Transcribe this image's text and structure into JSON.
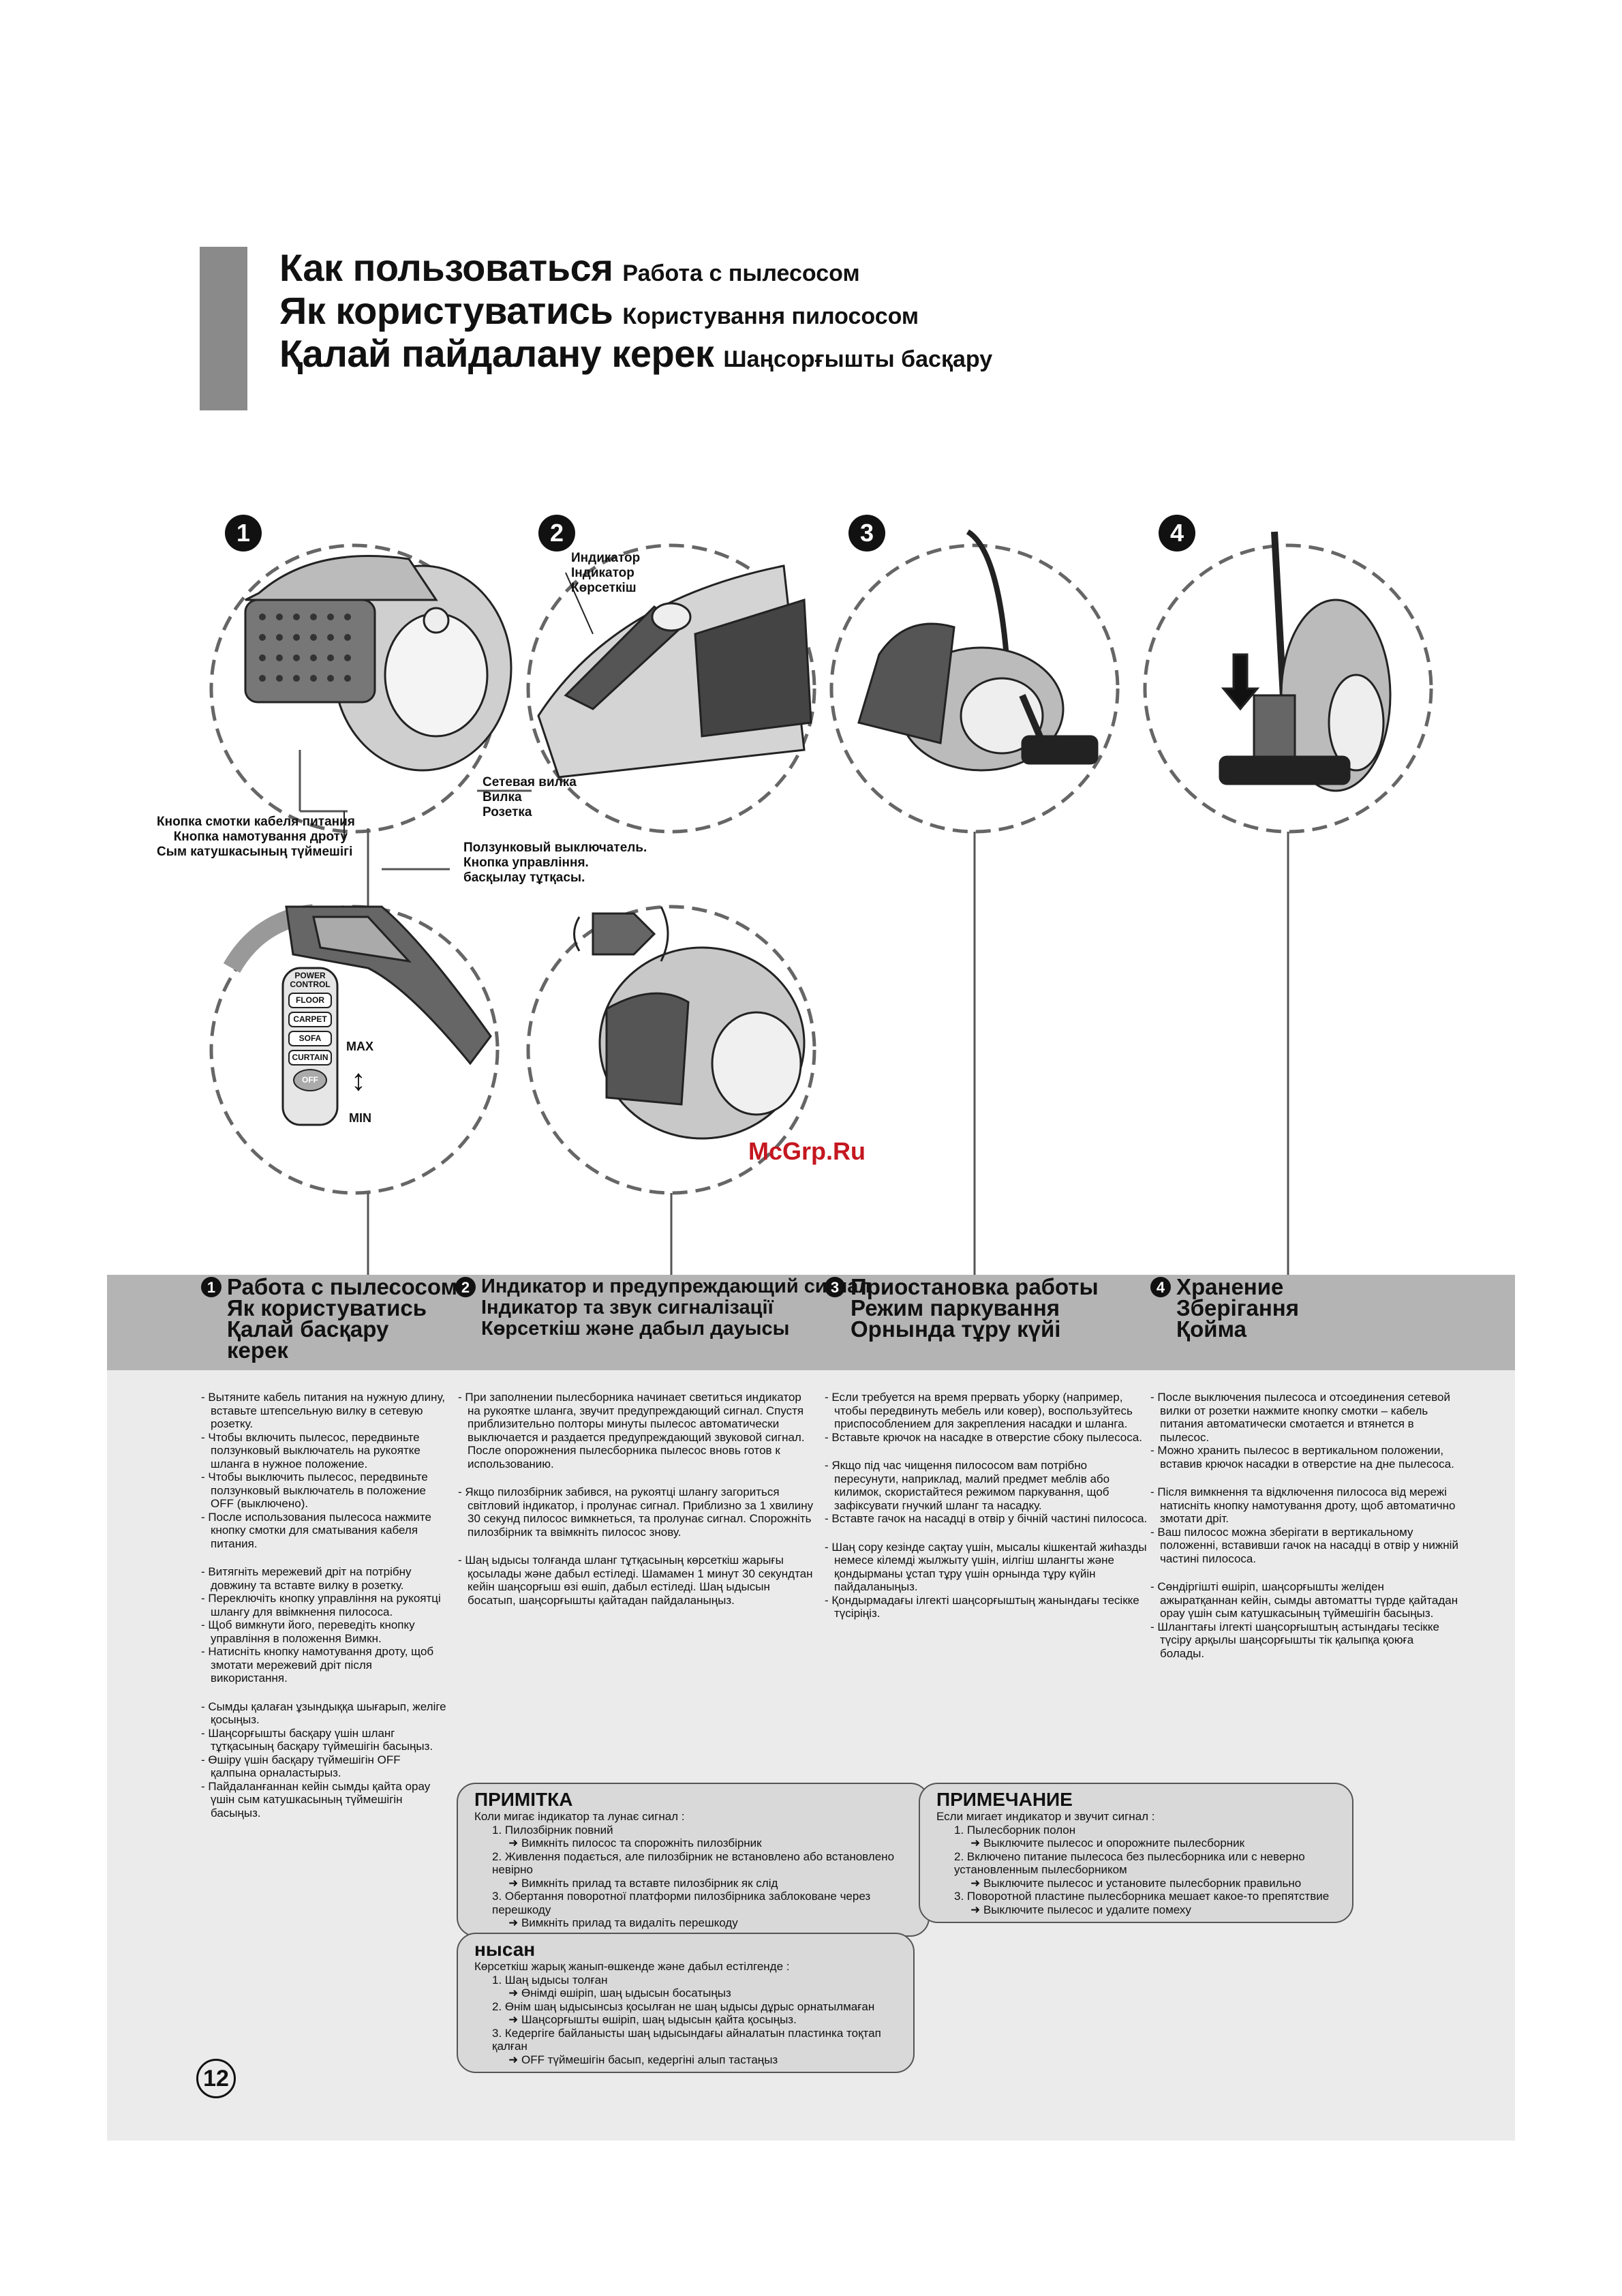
{
  "header": {
    "lines": [
      {
        "big": "Как пользоваться",
        "small": "Работа с пылесосом"
      },
      {
        "big": "Як користуватись",
        "small": "Користування пилососом"
      },
      {
        "big": "Қалай пайдалану керек",
        "small": "Шаңсорғышты басқару"
      }
    ]
  },
  "figure": {
    "step_numbers": [
      "1",
      "2",
      "3",
      "4"
    ],
    "indicator_label": [
      "Индикатор",
      "Індикатор",
      "Көрсеткіш"
    ],
    "plug_label": [
      "Сетевая вилка",
      "Вилка",
      "Розетка"
    ],
    "cord_button_label": [
      "Кнопка смотки кабеля питания",
      "Кнопка намотування дроту",
      "Сым катушкасының түймешігі"
    ],
    "slider_label": [
      "Ползунковый выключатель.",
      "Кнопка управління.",
      "басқылау тұтқасы."
    ],
    "power_control": {
      "title": [
        "POWER",
        "CONTROL"
      ],
      "buttons": [
        "FLOOR",
        "CARPET",
        "SOFA",
        "CURTAIN",
        "OFF"
      ],
      "max": "MAX",
      "min": "MIN"
    }
  },
  "watermark": "McGrp.Ru",
  "sections": [
    {
      "num": "1",
      "lines": [
        "Работа с пылесосом",
        "Як користуватись",
        "Қалай басқару",
        "керек"
      ]
    },
    {
      "num": "2",
      "lines": [
        "Индикатор и предупреждающий сигнал",
        "Індикатор та звук сигналізації",
        "Көрсеткіш және дабыл дауысы"
      ]
    },
    {
      "num": "3",
      "lines": [
        "Приостановка работы",
        "Режим паркування",
        "Орнында тұру күйі"
      ]
    },
    {
      "num": "4",
      "lines": [
        "Хранение",
        "Зберігання",
        "Қойма"
      ]
    }
  ],
  "columns": [
    [
      [
        "Вытяните кабель питания на нужную длину, вставьте штепсельную вилку в сетевую розетку.",
        "Чтобы включить пылесос, передвиньте ползунковый выключатель на рукоятке шланга в нужное положение.",
        "Чтобы выключить пылесос, передвиньте ползунковый выключатель в положение OFF (выключено).",
        "После использования пылесоса нажмите кнопку смотки для сматывания кабеля питания."
      ],
      [
        "Витягніть мережевий дріт на потрібну довжину та вставте вилку в розетку.",
        "Переключіть кнопку управління на рукоятці шлангу для ввімкнення пилососа.",
        "Щоб вимкнути його, переведіть кнопку управління в положення Вимкн.",
        "Натисніть кнопку намотування дроту, щоб змотати мережевий дріт після використання."
      ],
      [
        "Сымды қалаған ұзындыққа шығарып, желіге қосыңыз.",
        "Шаңсорғышты басқару үшін шланг тұтқасының басқару түймешігін басыңыз.",
        "Өшіру үшін басқару түймешігін OFF қалпына орналастырыз.",
        "Пайдаланғаннан кейін сымды қайта орау үшін сым катушкасының түймешігін басыңыз."
      ]
    ],
    [
      [
        "При заполнении пылесборника начинает светиться индикатор на рукоятке шланга, звучит предупреждающий сигнал. Спустя приблизительно полторы минуты пылесос автоматически выключается и раздается предупреждающий звуковой сигнал. После опорожнения пылесборника пылесос вновь готов к использованию."
      ],
      [
        "Якщо пилозбірник забився, на рукоятці шлангу загориться світловий індикатор, і пролунає сигнал. Приблизно за 1 хвилину 30 секунд пилосос вимкнеться, та пролунає сигнал. Спорожніть пилозбірник та ввімкніть пилосос знову."
      ],
      [
        "Шаң ыдысы толғанда шланг тұтқасының көрсеткіш жарығы қосылады және дабыл естіледі. Шамамен 1 минут 30 секундтан кейін шаңсорғыш өзі өшіп, дабыл естіледі. Шаң ыдысын босатып, шаңсорғышты қайтадан пайдаланыңыз."
      ]
    ],
    [
      [
        "Если требуется на время прервать уборку (например, чтобы передвинуть мебель или ковер), воспользуйтесь приспособлением для закрепления насадки и шланга.",
        "Вставьте крючок на насадке в отверстие сбоку пылесоса."
      ],
      [
        "Якщо під час чищення пилососом вам потрібно пересунути, наприклад, малий предмет меблів або килимок, скористайтеся режимом паркування, щоб зафіксувати гнучкий шланг та насадку.",
        "Вставте гачок на насадці в отвір у бічній частині пилососа."
      ],
      [
        "Шаң сору кезінде сақтау үшін, мысалы кішкентай жиһазды немесе кілемді жылжыту үшін, иілгіш шлангты және қондырманы ұстап тұру үшін орнында тұру күйін пайдаланыңыз.",
        "Қондырмадағы ілгекті шаңсорғыштың жанындағы тесікке түсіріңіз."
      ]
    ],
    [
      [
        "После выключения пылесоса и отсоединения сетевой вилки от розетки нажмите кнопку смотки – кабель питания автоматически смотается и втянется в пылесос.",
        "Можно хранить пылесос в вертикальном положении, вставив крючок насадки в отверстие на дне пылесоса."
      ],
      [
        "Після вимкнення та відключення пилососа від мережі натисніть кнопку намотування дроту, щоб автоматично змотати дріт.",
        "Ваш пилосос можна зберігати в вертикальному положенні, вставивши гачок на насадці в отвір у нижній частині пилососа."
      ],
      [
        "Сөндіргішті өшіріп, шаңсорғышты желіден ажыратқаннан кейін, сымды автоматты түрде қайтадан орау үшін сым катушкасының түймешігін басыңыз.",
        "Шлангтағы ілгекті шаңсорғыштың астындағы тесікке түсіру арқылы шаңсорғышты тік қалыпқа қоюға болады."
      ]
    ]
  ],
  "notes": {
    "ua": {
      "title": "ПРИМІТКА",
      "intro": "Коли мигає індикатор та лунає сигнал :",
      "items": [
        {
          "text": "1. Пилозбірник повний",
          "action": "➜ Вимкніть пилосос та спорожніть пилозбірник"
        },
        {
          "text": "2. Живлення подається, але пилозбірник не встановлено або встановлено невірно",
          "action": "➜ Вимкніть прилад та вставте пилозбірник як слід"
        },
        {
          "text": "3. Обертання поворотної платформи пилозбірника заблоковане через перешкоду",
          "action": "➜ Вимкніть прилад та видаліть перешкоду"
        }
      ]
    },
    "ru": {
      "title": "ПРИМЕЧАНИЕ",
      "intro": "Если мигает индикатор и звучит сигнал :",
      "items": [
        {
          "text": "1. Пылесборник полон",
          "action": "➜ Выключите пылесос и опорожните пылесборник"
        },
        {
          "text": "2. Включено питание пылесоса без пылесборника или с неверно установленным пылесборником",
          "action": "➜ Выключите пылесос и установите пылесборник правильно"
        },
        {
          "text": "3. Поворотной пластине пылесборника мешает какое-то препятствие",
          "action": "➜ Выключите пылесос и удалите помеху"
        }
      ]
    },
    "kz": {
      "title": "нысан",
      "intro": "Көрсеткіш жарық жанып-өшкенде және дабыл естілгенде :",
      "items": [
        {
          "text": "1. Шаң ыдысы толған",
          "action": "➜ Өнімді өшіріп, шаң ыдысын босатыңыз"
        },
        {
          "text": "2. Өнім шаң ыдысынсыз қосылған не шаң ыдысы дұрыс орнатылмаған",
          "action": "➜ Шаңсорғышты өшіріп, шаң ыдысын қайта қосыңыз."
        },
        {
          "text": "3. Кедергіге байланысты шаң ыдысындағы айналатын пластинка тоқтап қалған",
          "action": "➜ OFF түймешігін басып, кедергіні алып тастаңыз"
        }
      ]
    }
  },
  "page_number": "12"
}
